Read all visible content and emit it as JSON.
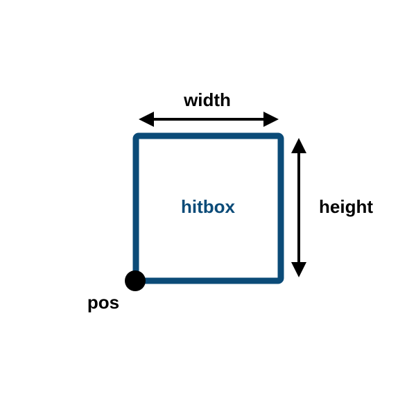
{
  "labels": {
    "width": "width",
    "height": "height",
    "hitbox": "hitbox",
    "pos": "pos"
  },
  "colors": {
    "box_stroke": "#0b4b78",
    "hitbox_text": "#0b4b78",
    "arrow": "#000000",
    "pos_dot": "#000000",
    "text": "#000000",
    "background": "#ffffff"
  }
}
